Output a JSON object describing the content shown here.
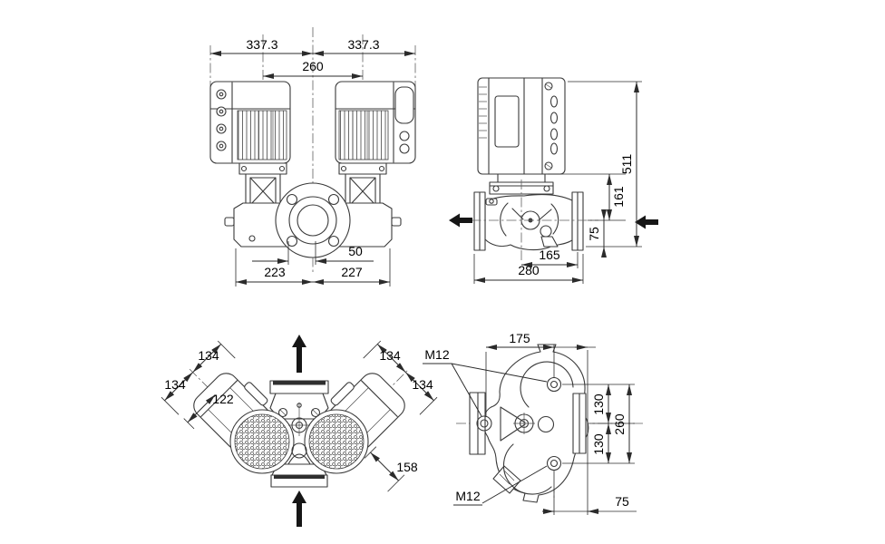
{
  "colors": {
    "background": "#ffffff",
    "linework": "#3a3a3a",
    "dimension_lines": "#2b2b2b",
    "text": "#000000",
    "flange_band": "#2f2f2f"
  },
  "views": {
    "front": {
      "dims": {
        "half_width_left": "337.3",
        "half_width_right": "337.3",
        "motor_spacing": "260",
        "port_offset": "50",
        "center_to_left_edge": "223",
        "center_to_right_edge": "227"
      }
    },
    "side": {
      "dims": {
        "total_height": "511",
        "center_to_head_top": "161",
        "center_to_foot": "75",
        "center_to_port": "165",
        "port_to_port": "280"
      }
    },
    "top": {
      "dims": {
        "left_motor_outer": "134",
        "left_motor_inner": "134",
        "left_fan_width": "122",
        "right_motor_outer": "134",
        "right_motor_inner": "134",
        "right_lower_width": "158"
      }
    },
    "end": {
      "dims": {
        "flange_bolt_span": "175",
        "center_to_top_bolt": "130",
        "center_to_bottom_bolt": "130",
        "bolt_to_bolt": "260",
        "bolt_to_flange_face": "75"
      },
      "threads": {
        "top": "M12",
        "bottom": "M12"
      }
    }
  }
}
